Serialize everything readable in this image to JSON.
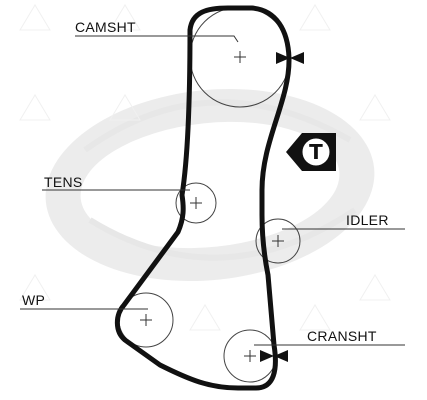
{
  "diagram": {
    "labels": {
      "camshaft": "CAMSHT",
      "tensioner": "TENS",
      "idler": "IDLER",
      "water_pump": "WP",
      "crankshaft": "CRANSHT"
    },
    "tensioner_badge": "T"
  },
  "colors": {
    "belt": "#111111",
    "pulley_outline": "#333333",
    "watermark": "#d9d9d9",
    "leader": "#333333"
  }
}
